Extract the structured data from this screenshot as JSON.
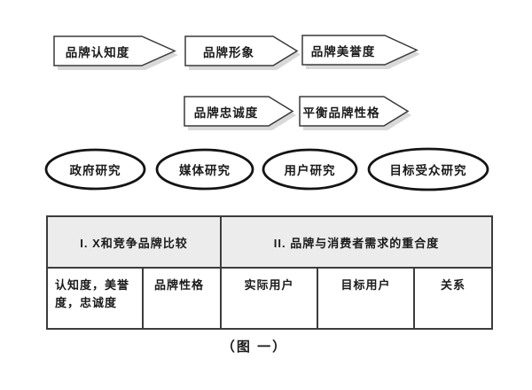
{
  "figure": {
    "caption": "（图 一）"
  },
  "flow_row1": [
    {
      "label": "品牌认知度"
    },
    {
      "label": "品牌形象"
    },
    {
      "label": "品牌美誉度"
    }
  ],
  "flow_row2": [
    {
      "label": "品牌忠诚度"
    },
    {
      "label": "平衡品牌性格"
    }
  ],
  "research_ellipses": [
    {
      "label": "政府研究"
    },
    {
      "label": "媒体研究"
    },
    {
      "label": "用户研究"
    },
    {
      "label": "目标受众研究"
    }
  ],
  "table": {
    "header": [
      {
        "label": "I. X和竞争品牌比较"
      },
      {
        "label": "II. 品牌与消费者需求的重合度"
      }
    ],
    "cells": [
      {
        "label": "认知度，美誉度，忠诚度"
      },
      {
        "label": "品牌性格"
      },
      {
        "label": "实际用户"
      },
      {
        "label": "目标用户"
      },
      {
        "label": "关系"
      }
    ]
  },
  "colors": {
    "shape_border": "#3a3a3a",
    "ellipse_border": "#141414",
    "table_border": "#3c3c3c",
    "header_bg": "#ececec",
    "shadow": "#d9d9d9",
    "text": "#1a1a1a"
  }
}
